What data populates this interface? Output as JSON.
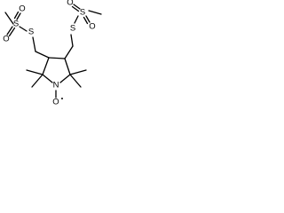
{
  "molecule": {
    "atoms": {
      "sulfur": "S",
      "oxygen": "O",
      "nitrogen": "N",
      "radical_oxygen": "O",
      "radical_dot": "•"
    }
  }
}
